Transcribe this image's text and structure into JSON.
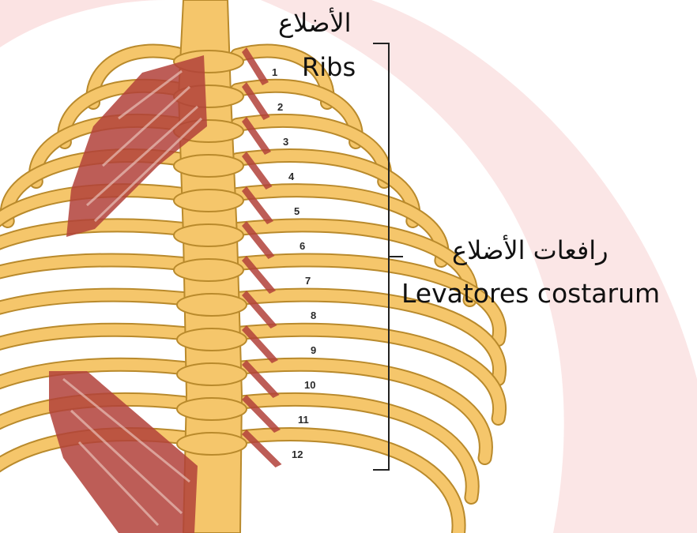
{
  "labels": {
    "ribs_arabic": "الأضلاع",
    "ribs_english": "Ribs",
    "levatores_arabic": "رافعات الأضلاع",
    "levatores_english": "Levatores costarum"
  },
  "rib_numbers": [
    "1",
    "2",
    "3",
    "4",
    "5",
    "6",
    "7",
    "8",
    "9",
    "10",
    "11",
    "12"
  ],
  "colors": {
    "bone": "#f5c66b",
    "bone_outline": "#b98a2c",
    "muscle": "#b2413a",
    "watermark": "#fbe3e3",
    "bracket": "#222222"
  }
}
